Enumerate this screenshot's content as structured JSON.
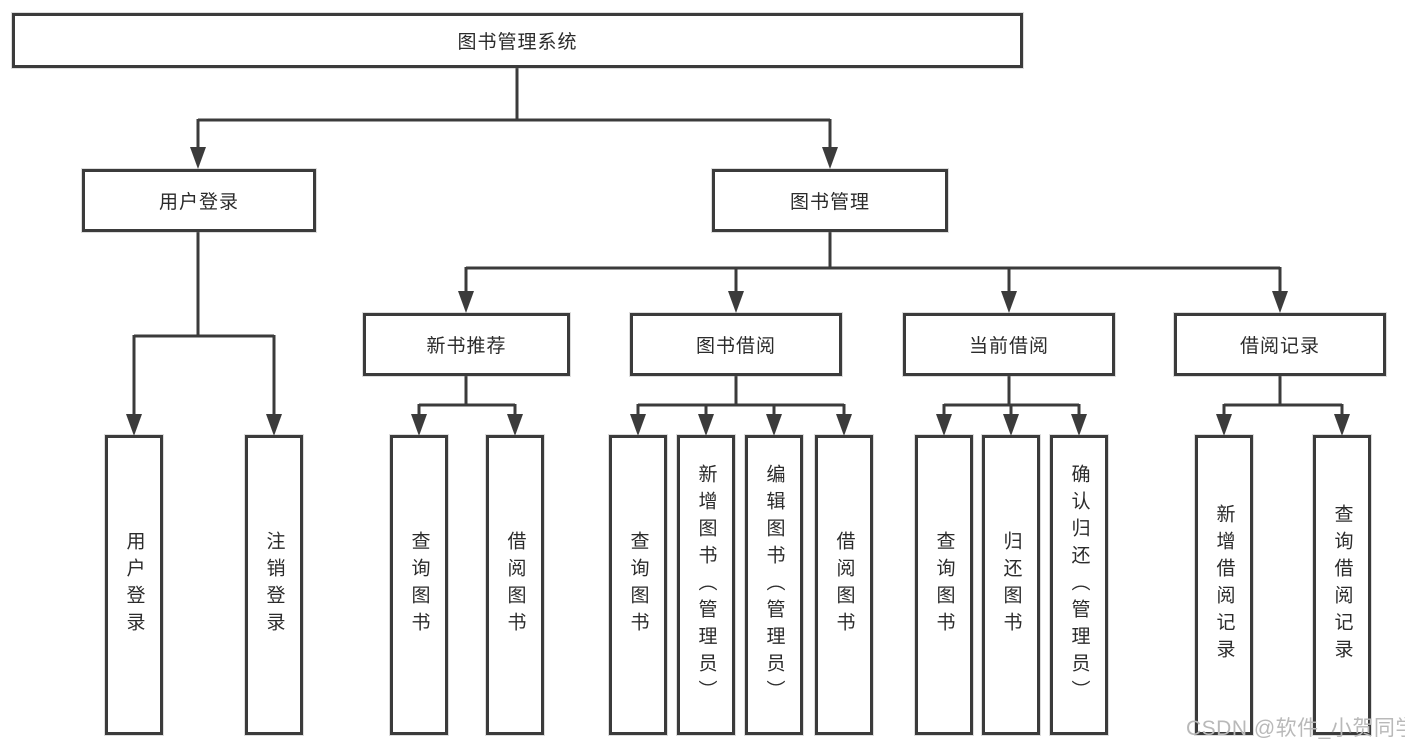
{
  "diagram": {
    "root": {
      "label": "图书管理系统"
    },
    "level2": [
      {
        "id": "user-login",
        "label": "用户登录"
      },
      {
        "id": "book-management",
        "label": "图书管理"
      }
    ],
    "level3": [
      {
        "id": "new-book-recommend",
        "label": "新书推荐"
      },
      {
        "id": "book-borrow",
        "label": "图书借阅"
      },
      {
        "id": "current-borrow",
        "label": "当前借阅"
      },
      {
        "id": "borrow-record",
        "label": "借阅记录"
      }
    ],
    "leaves": [
      {
        "parent": "用户登录",
        "label": "用户登录"
      },
      {
        "parent": "用户登录",
        "label": "注销登录"
      },
      {
        "parent": "新书推荐",
        "label": "查询图书"
      },
      {
        "parent": "新书推荐",
        "label": "借阅图书"
      },
      {
        "parent": "图书借阅",
        "label": "查询图书"
      },
      {
        "parent": "图书借阅",
        "label": "新增图书（管理员）"
      },
      {
        "parent": "图书借阅",
        "label": "编辑图书（管理员）"
      },
      {
        "parent": "图书借阅",
        "label": "借阅图书"
      },
      {
        "parent": "当前借阅",
        "label": "查询图书"
      },
      {
        "parent": "当前借阅",
        "label": "归还图书"
      },
      {
        "parent": "当前借阅",
        "label": "确认归还（管理员）"
      },
      {
        "parent": "借阅记录",
        "label": "新增借阅记录"
      },
      {
        "parent": "借阅记录",
        "label": "查询借阅记录"
      }
    ]
  },
  "watermark": {
    "text": "CSDN @软件_小贺同学"
  },
  "colors": {
    "line": "#3b3b3b",
    "box_border": "#3b3b3b",
    "box_background": "#ffffff",
    "text": "#2b2b2b",
    "watermark": "#b9b9b9",
    "page_background": "#ffffff"
  }
}
